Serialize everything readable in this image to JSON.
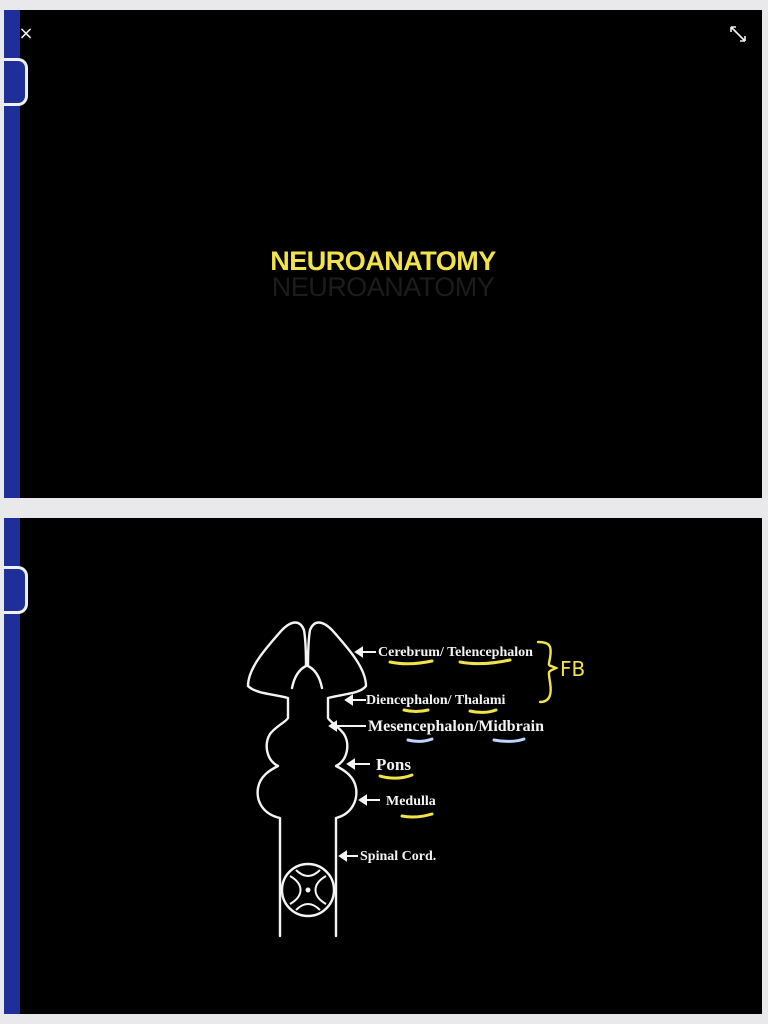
{
  "viewer": {
    "close_icon": "×",
    "expand_icon": "expand-arrows-icon"
  },
  "slide1": {
    "title": "NEUROANATOMY"
  },
  "slide2": {
    "labels": {
      "cerebrum": "Cerebrum/ Telencephalon",
      "diencephalon": "Diencephalon/ Thalami",
      "mesencephalon": "Mesencephalon/Midbrain",
      "pons": "Pons",
      "medulla": "Medulla",
      "spinal_cord": "Spinal Cord."
    },
    "annotation": "FB",
    "colors": {
      "highlight_yellow": "#f2e34a",
      "highlight_blue": "#bfd6ff",
      "line_white": "#f4f4f4"
    }
  }
}
